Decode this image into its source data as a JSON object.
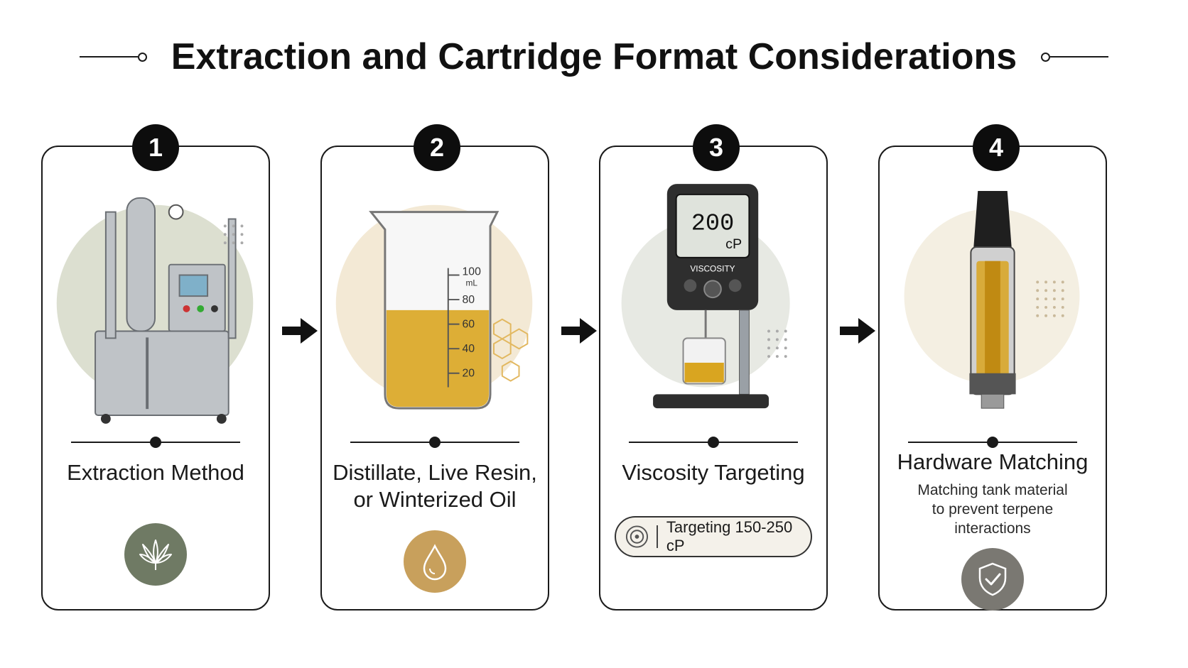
{
  "title": "Extraction and Cartridge Format Considerations",
  "steps": [
    {
      "number": "1",
      "label": "Extraction Method",
      "icon": "cannabis-leaf-icon"
    },
    {
      "number": "2",
      "label_line1": "Distillate, Live Resin,",
      "label_line2": "or Winterized Oil",
      "icon": "oil-drop-icon"
    },
    {
      "number": "3",
      "label": "Viscosity Targeting",
      "pill_text": "Targeting 150-250 cP",
      "meter_value": "200",
      "meter_unit": "cP",
      "meter_label": "VISCOSITY",
      "icon": "target-icon"
    },
    {
      "number": "4",
      "label": "Hardware Matching",
      "sub_line1": "Matching tank material",
      "sub_line2": "to prevent terpene",
      "sub_line3": "interactions",
      "icon": "shield-check-icon"
    }
  ],
  "beaker_scale": [
    "100",
    "mL",
    "80",
    "60",
    "40",
    "20"
  ],
  "colors": {
    "sage": "#6f7a64",
    "gold": "#c8a05c",
    "gray_shield": "#7a7872",
    "oil": "#d9a520"
  }
}
